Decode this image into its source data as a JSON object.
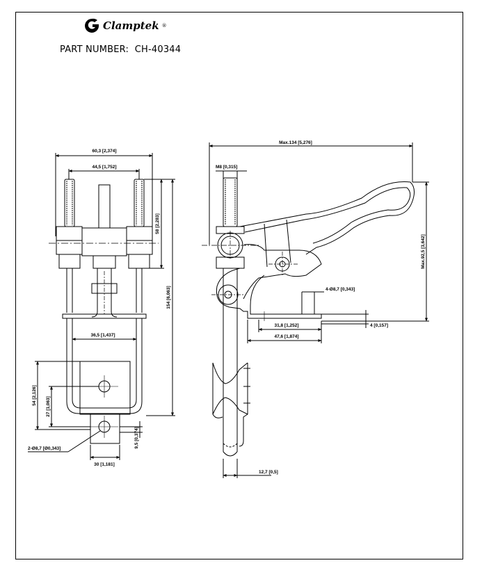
{
  "brand": {
    "name": "Clamptek",
    "registered": "®"
  },
  "title_block": {
    "part_label": "PART NUMBER:",
    "part_number": "CH-40344"
  },
  "dimensions": {
    "front": {
      "overall_width": "60,3 [2,374]",
      "stud_spacing": "44,5 [1,752]",
      "stud_length": "58 [2,283]",
      "total_height": "154 [6,063]",
      "inner_width": "36,5 [1,437]",
      "upper_height": "54 [2,126]",
      "lower_height": "27 [1,063]",
      "tab_offset": "9,5 [0,374]",
      "holes": "2-Ø8,7 [Ø0,343]",
      "base_width": "30 [1,181]"
    },
    "side": {
      "overall_length": "Max.134 [5,276]",
      "thread": "M8 [0,315]",
      "height": "Max.92,5 [3,642]",
      "holes": "4-Ø8,7 [0,343]",
      "thickness": "4 [0,157]",
      "hole_pitch": "31,8 [1,252]",
      "flange_length": "47,6 [1,874]",
      "rod_diameter": "12,7 [0,5]"
    }
  }
}
